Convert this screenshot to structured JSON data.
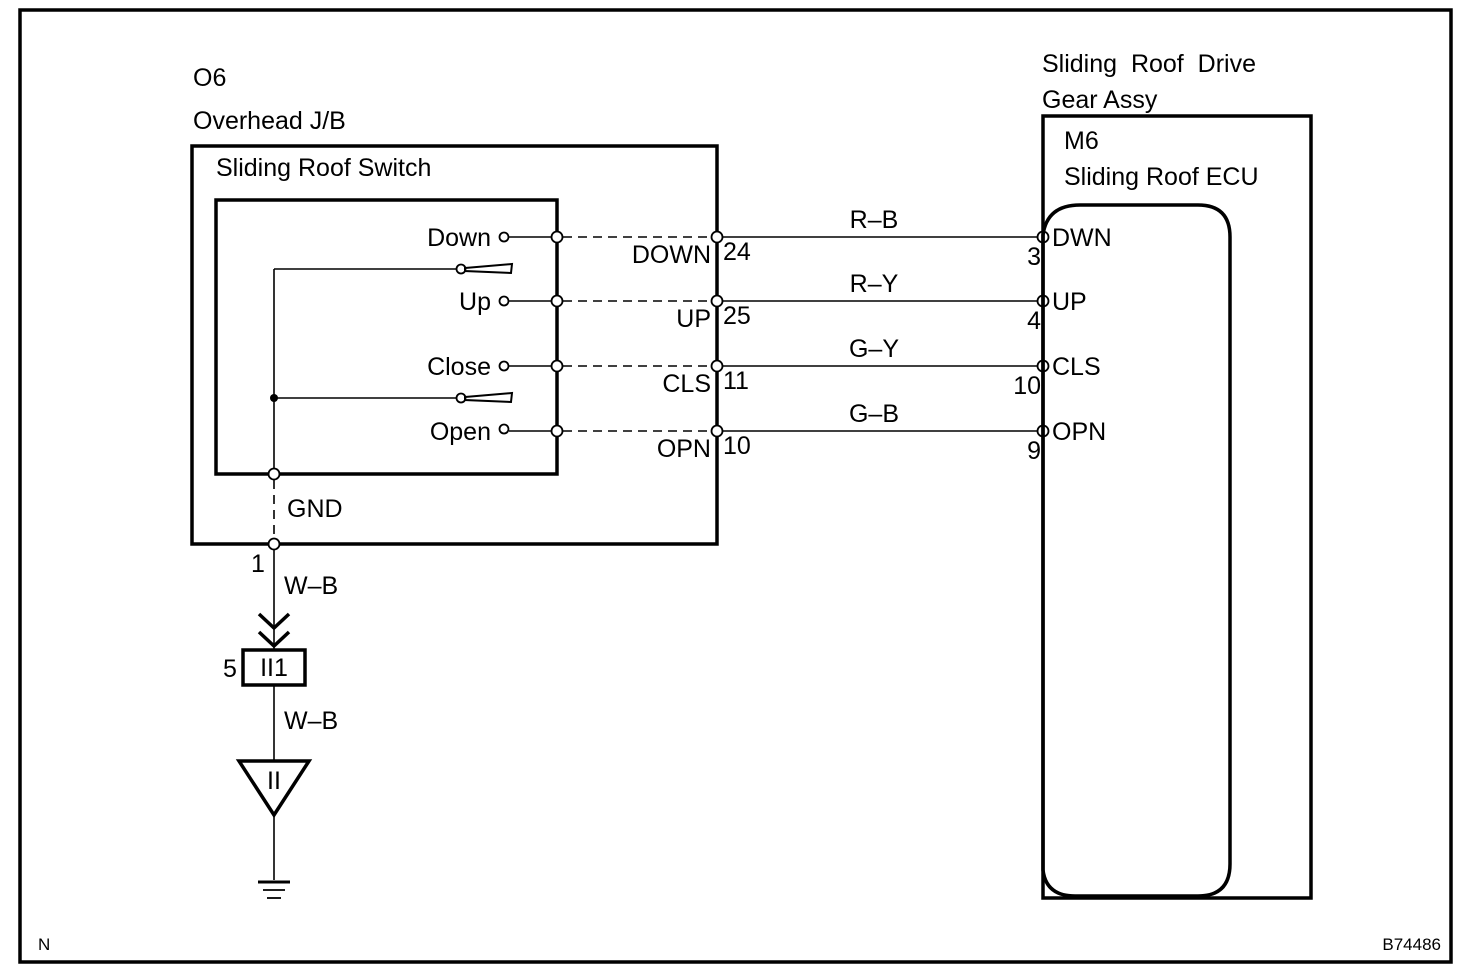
{
  "diagram": {
    "type": "wiring-diagram",
    "figure_id": "B74486",
    "corner_label": "N",
    "left_component": {
      "connector": "O6",
      "name": "Overhead J/B",
      "sub_component": "Sliding Roof Switch",
      "switch_positions": [
        "Down",
        "Up",
        "Close",
        "Open"
      ],
      "ground_label": "GND",
      "ground_pin": "1"
    },
    "right_component": {
      "name_line1": "Sliding  Roof  Drive",
      "name_line2": "Gear Assy",
      "connector": "M6",
      "sub_component": "Sliding Roof ECU"
    },
    "circuits": [
      {
        "switch_label": "Down",
        "jb_terminal": "DOWN",
        "jb_pin": "24",
        "wire": "R–B",
        "ecu_pin": "3",
        "ecu_terminal": "DWN"
      },
      {
        "switch_label": "Up",
        "jb_terminal": "UP",
        "jb_pin": "25",
        "wire": "R–Y",
        "ecu_pin": "4",
        "ecu_terminal": "UP"
      },
      {
        "switch_label": "Close",
        "jb_terminal": "CLS",
        "jb_pin": "11",
        "wire": "G–Y",
        "ecu_pin": "10",
        "ecu_terminal": "CLS"
      },
      {
        "switch_label": "Open",
        "jb_terminal": "OPN",
        "jb_pin": "10",
        "wire": "G–B",
        "ecu_pin": "9",
        "ecu_terminal": "OPN"
      }
    ],
    "ground_path": {
      "wire1": "W–B",
      "junction_connector": "II1",
      "junction_pin": "5",
      "wire2": "W–B",
      "ground_point": "II"
    }
  }
}
